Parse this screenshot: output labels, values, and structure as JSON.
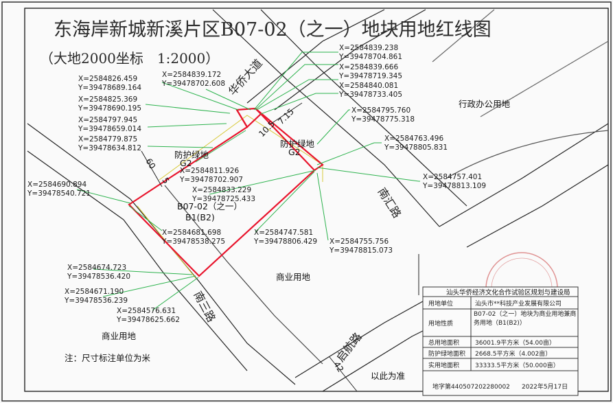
{
  "title": "东海岸新城新溪片区B07-02（之一）地块用地红线图",
  "subtitle": "（大地2000坐标　1:2000）",
  "roads": {
    "huaqiao": "华侨大道",
    "nanhui": "南汇路",
    "qihang": "启航路",
    "south": "南三路"
  },
  "zones": {
    "admin": "行政办公用地",
    "commercial_center": "商业用地",
    "commercial_sw": "商业用地",
    "green_left": "防护绿地",
    "green_left_code": "G2",
    "green_right": "防护绿地",
    "green_right_code": "G2",
    "parcel_id": "B07-02（之一）",
    "parcel_code": "B1(B2)"
  },
  "dimensions": {
    "d60": "60",
    "d5": "5",
    "d10_5": "10.5",
    "d7_15": "7.15",
    "d42": "42"
  },
  "coordinates": [
    {
      "x": "X=2584839.238",
      "y": "Y=39478704.861"
    },
    {
      "x": "X=2584839.666",
      "y": "Y=39478719.345"
    },
    {
      "x": "X=2584840.081",
      "y": "Y=39478733.405"
    },
    {
      "x": "X=2584795.760",
      "y": "Y=39478775.318"
    },
    {
      "x": "X=2584763.496",
      "y": "Y=39478805.831"
    },
    {
      "x": "X=2584757.401",
      "y": "Y=39478813.109"
    },
    {
      "x": "X=2584826.459",
      "y": "Y=39478689.164"
    },
    {
      "x": "X=2584839.172",
      "y": "Y=39478702.608"
    },
    {
      "x": "X=2584825.369",
      "y": "Y=39478690.195"
    },
    {
      "x": "X=2584797.945",
      "y": "Y=39478659.014"
    },
    {
      "x": "X=2584779.875",
      "y": "Y=39478634.812"
    },
    {
      "x": "X=2584811.926",
      "y": "Y=39478702.907"
    },
    {
      "x": "X=2584833.229",
      "y": "Y=39478725.433"
    },
    {
      "x": "X=2584690.894",
      "y": "Y=39478540.721"
    },
    {
      "x": "X=2584681.698",
      "y": "Y=39478538.275"
    },
    {
      "x": "X=2584747.581",
      "y": "Y=39478806.429"
    },
    {
      "x": "X=2584755.756",
      "y": "Y=39478815.073"
    },
    {
      "x": "X=2584674.723",
      "y": "Y=39478536.420"
    },
    {
      "x": "X=2584671.190",
      "y": "Y=39478536.239"
    },
    {
      "x": "X=2584576.631",
      "y": "Y=39478625.662"
    }
  ],
  "note": "注：尺寸标注单位为米",
  "boundary_note": "以此为准",
  "table": {
    "header": "汕头华侨经济文化合作试验区规划与建设局",
    "rows": [
      {
        "label": "用地单位",
        "value": "汕头市**科技产业发展有限公司"
      },
      {
        "label": "用地性质",
        "value": "B07-02（之一）地块为商业用地兼商务用地（B1(B2)）"
      },
      {
        "label": "总用地面积",
        "value": "36001.9平方米（54.00亩）"
      },
      {
        "label": "防护绿地面积",
        "value": "2668.5平方米（4.002亩）"
      },
      {
        "label": "实用地面积",
        "value": "33333.5平方米（50.000亩）"
      }
    ],
    "footer_left": "地字第440507202280002",
    "footer_right": "2022年5月17日"
  },
  "colors": {
    "redline": "#e8142c",
    "green_leader": "#2bb24c",
    "road": "#222222",
    "stamp": "#c83a3a"
  }
}
